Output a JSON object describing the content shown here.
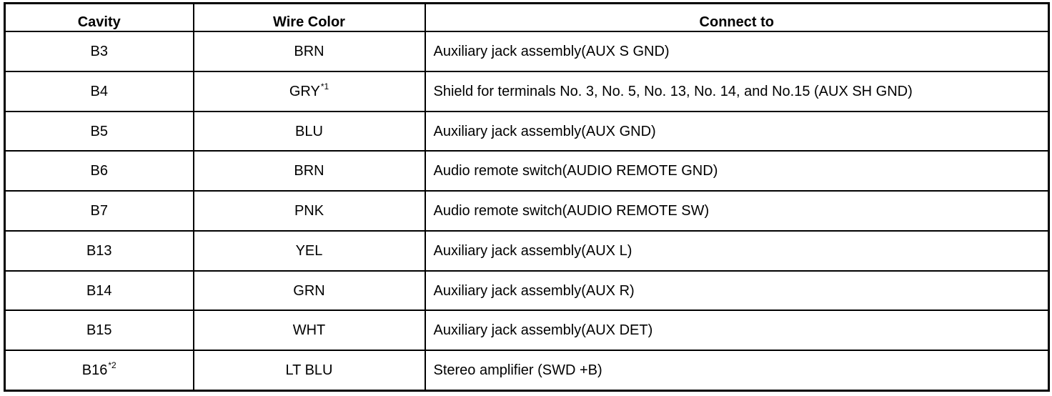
{
  "table": {
    "headers": {
      "cavity": "Cavity",
      "wire_color": "Wire Color",
      "connect_to": "Connect to"
    },
    "rows": [
      {
        "cavity": "B3",
        "cavity_note": "",
        "wire_color": "BRN",
        "color_note": "",
        "connect_to": "Auxiliary jack assembly(AUX S GND)"
      },
      {
        "cavity": "B4",
        "cavity_note": "",
        "wire_color": "GRY",
        "color_note": "*1",
        "connect_to": "Shield for terminals No. 3, No. 5, No. 13, No. 14, and No.15 (AUX SH GND)"
      },
      {
        "cavity": "B5",
        "cavity_note": "",
        "wire_color": "BLU",
        "color_note": "",
        "connect_to": "Auxiliary jack assembly(AUX GND)"
      },
      {
        "cavity": "B6",
        "cavity_note": "",
        "wire_color": "BRN",
        "color_note": "",
        "connect_to": "Audio remote switch(AUDIO REMOTE GND)"
      },
      {
        "cavity": "B7",
        "cavity_note": "",
        "wire_color": "PNK",
        "color_note": "",
        "connect_to": "Audio remote switch(AUDIO REMOTE SW)"
      },
      {
        "cavity": "B13",
        "cavity_note": "",
        "wire_color": "YEL",
        "color_note": "",
        "connect_to": "Auxiliary jack assembly(AUX L)"
      },
      {
        "cavity": "B14",
        "cavity_note": "",
        "wire_color": "GRN",
        "color_note": "",
        "connect_to": "Auxiliary jack assembly(AUX R)"
      },
      {
        "cavity": "B15",
        "cavity_note": "",
        "wire_color": "WHT",
        "color_note": "",
        "connect_to": "Auxiliary jack assembly(AUX DET)"
      },
      {
        "cavity": "B16",
        "cavity_note": "*2",
        "wire_color": "LT BLU",
        "color_note": "",
        "connect_to": "Stereo amplifier (SWD +B)"
      }
    ]
  }
}
